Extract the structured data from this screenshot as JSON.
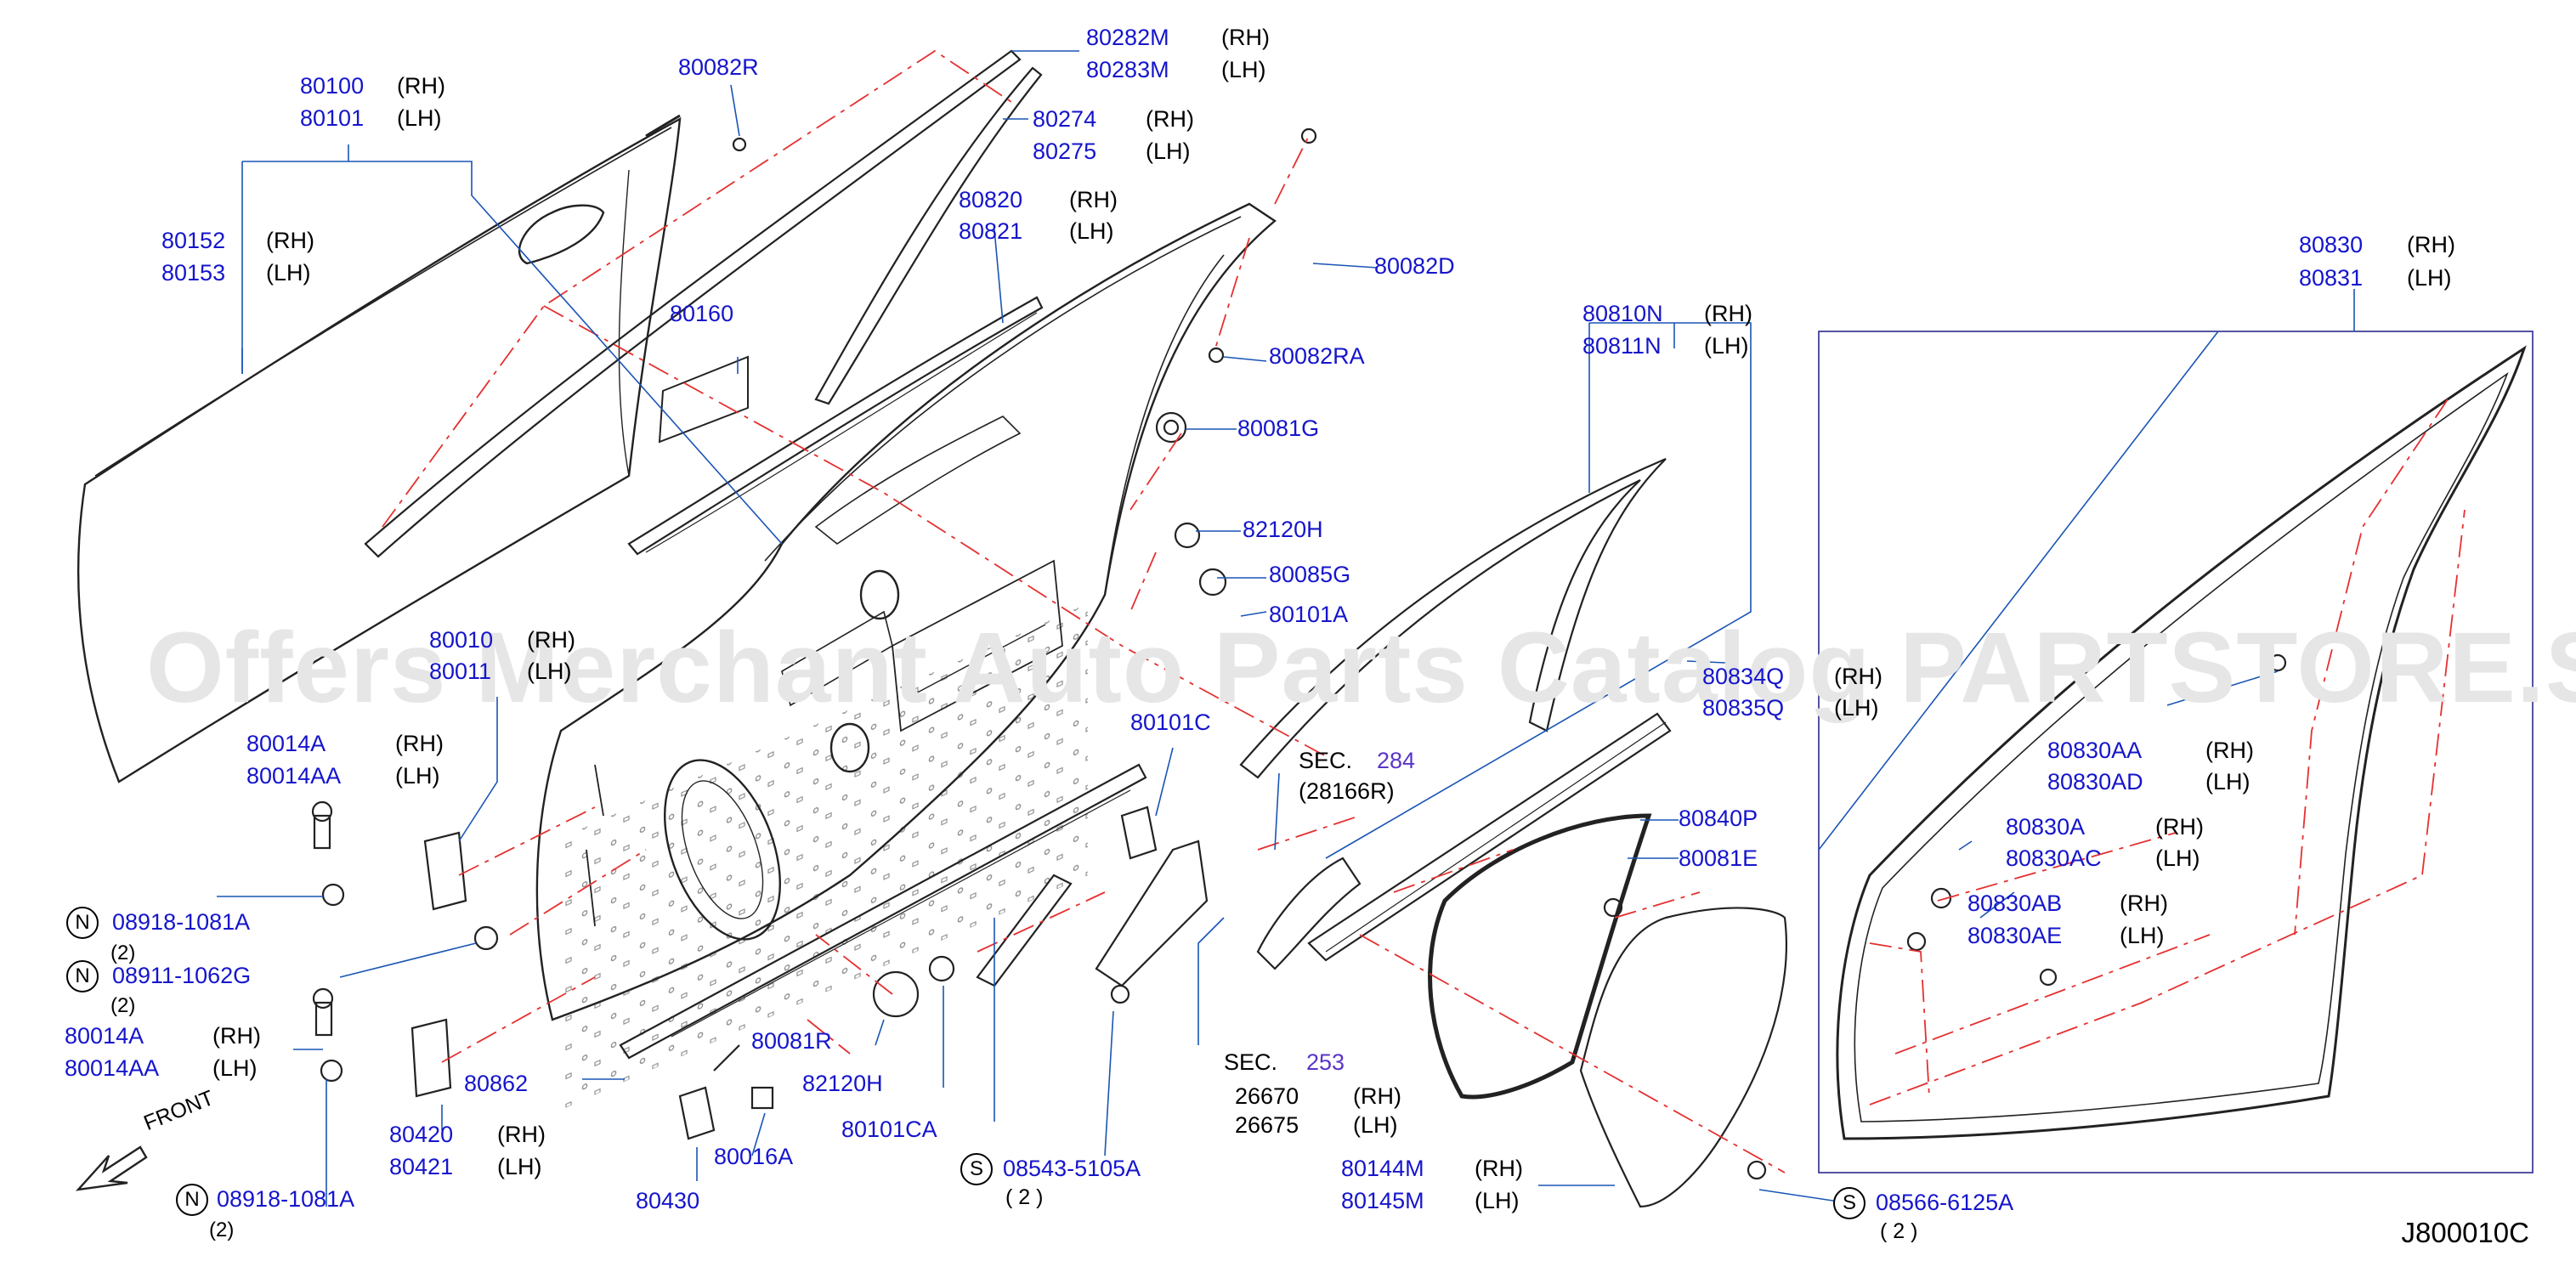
{
  "diagram_code": "J800010C",
  "watermark": "Offers Merchant Auto Parts Catalog PARTSTORE.SA",
  "direction": "FRONT",
  "colors": {
    "part_number": "#1515cc",
    "leader": "#1a55b5",
    "phantom": "#e53030",
    "outline": "#222222"
  },
  "labels": {
    "p80100": "80100",
    "p80100_side": "(RH)",
    "p80101": "80101",
    "p80101_side": "(LH)",
    "p80152": "80152",
    "p80152_side": "(RH)",
    "p80153": "80153",
    "p80153_side": "(LH)",
    "p80082R": "80082R",
    "p80282M": "80282M",
    "p80282M_side": "(RH)",
    "p80283M": "80283M",
    "p80283M_side": "(LH)",
    "p80274": "80274",
    "p80274_side": "(RH)",
    "p80275": "80275",
    "p80275_side": "(LH)",
    "p80820": "80820",
    "p80820_side": "(RH)",
    "p80821": "80821",
    "p80821_side": "(LH)",
    "p80160": "80160",
    "p80082D": "80082D",
    "p80082RA": "80082RA",
    "p80081G": "80081G",
    "p82120H_top": "82120H",
    "p80085G": "80085G",
    "p80101A": "80101A",
    "p80101C": "80101C",
    "p80010a": "80010",
    "p80010a_side": "(RH)",
    "p80010b": "80011",
    "p80010b_side": "(LH)",
    "p80014A": "80014A",
    "p80014A_side": "(RH)",
    "p80014AA": "80014AA",
    "p80014AA_side": "(LH)",
    "n1": "N",
    "n1_part": "08918-1081A",
    "n1_qty": "(2)",
    "n2": "N",
    "n2_part": "08911-1062G",
    "n2_qty": "(2)",
    "p80014A_2": "80014A",
    "p80014A_2_side": "(RH)",
    "p80014AA_2": "80014AA",
    "p80014AA_2_side": "(LH)",
    "p80862": "80862",
    "p80420": "80420",
    "p80420_side": "(RH)",
    "p80421": "80421",
    "p80421_side": "(LH)",
    "n3": "N",
    "n3_part": "08918-1081A",
    "n3_qty": "(2)",
    "p80430": "80430",
    "p80016A": "80016A",
    "p80081R": "80081R",
    "p82120H_bottom": "82120H",
    "p80101CA": "80101CA",
    "s1": "S",
    "s1_part": "08543-5105A",
    "s1_qty": "( 2 )",
    "sec284": "SEC.",
    "sec284_num": "284",
    "sec284_ref": "(28166R)",
    "sec253": "SEC.",
    "sec253_num": "253",
    "p26670": "26670",
    "p26670_side": "(RH)",
    "p26675": "26675",
    "p26675_side": "(LH)",
    "p80810N": "80810N",
    "p80810N_side": "(RH)",
    "p80811N": "80811N",
    "p80811N_side": "(LH)",
    "p80834Q": "80834Q",
    "p80834Q_side": "(RH)",
    "p80835Q": "80835Q",
    "p80835Q_side": "(LH)",
    "p80840P": "80840P",
    "p80081E": "80081E",
    "p80144M": "80144M",
    "p80144M_side": "(RH)",
    "p80145M": "80145M",
    "p80145M_side": "(LH)",
    "s2": "S",
    "s2_part": "08566-6125A",
    "s2_qty": "( 2 )",
    "p80830": "80830",
    "p80830_side": "(RH)",
    "p80831": "80831",
    "p80831_side": "(LH)",
    "p80830AA": "80830AA",
    "p80830AA_side": "(RH)",
    "p80830AD": "80830AD",
    "p80830AD_side": "(LH)",
    "p80830A": "80830A",
    "p80830A_side": "(RH)",
    "p80830AC": "80830AC",
    "p80830AC_side": "(LH)",
    "p80830AB": "80830AB",
    "p80830AB_side": "(RH)",
    "p80830AE": "80830AE",
    "p80830AE_side": "(LH)"
  }
}
